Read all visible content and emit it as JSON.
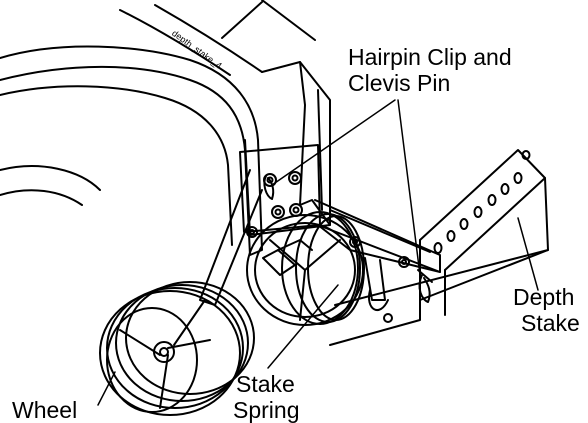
{
  "figure_id": "depth_stake_4",
  "labels": {
    "hairpin_line1": "Hairpin Clip and",
    "hairpin_line2": "Clevis Pin",
    "depth_line1": "Depth",
    "depth_line2": "Stake",
    "wheel": "Wheel",
    "stake_line1": "Stake",
    "stake_line2": "Spring"
  },
  "colors": {
    "ink": "#000000",
    "paper": "#ffffff"
  }
}
